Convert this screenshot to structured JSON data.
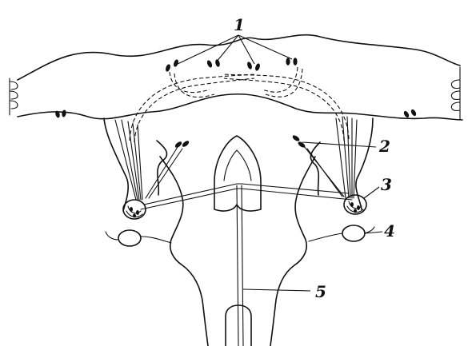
{
  "figure": {
    "labels": {
      "l1": "1",
      "l2": "2",
      "l3": "3",
      "l4": "4",
      "l5": "5"
    }
  }
}
